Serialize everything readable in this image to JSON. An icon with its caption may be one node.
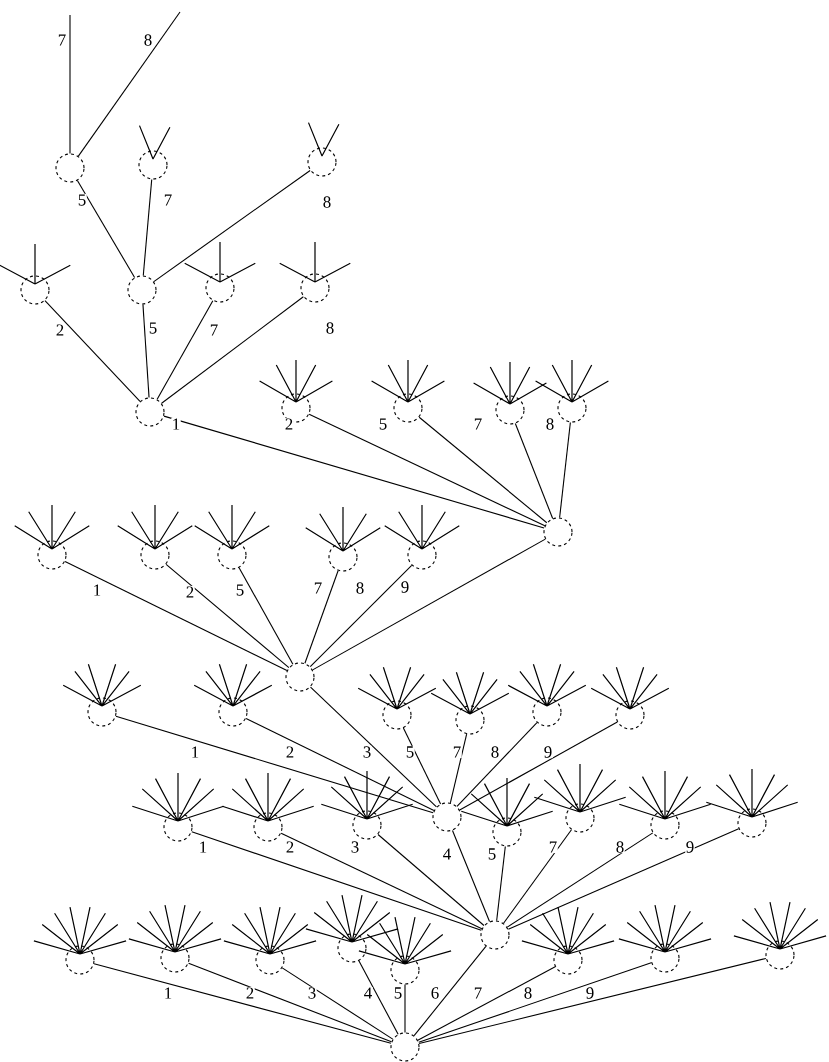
{
  "diagram": {
    "nodes": [
      {
        "text": [],
        "shape": "circle"
      },
      {
        "text": [],
        "shape": "circle"
      },
      {
        "text": [],
        "shape": "circle"
      },
      {
        "text": [],
        "shape": "circle"
      },
      {
        "text": [],
        "shape": "circle"
      },
      {
        "text": [],
        "shape": "circle"
      },
      {
        "text": [],
        "shape": "circle"
      },
      {
        "text": [],
        "shape": "circle"
      },
      {
        "text": [],
        "shape": "circle"
      },
      {
        "text": [],
        "shape": "circle"
      },
      {
        "text": [],
        "shape": "circle"
      },
      {
        "text": [],
        "shape": "circle"
      },
      {
        "text": [],
        "shape": "circle"
      },
      {
        "text": [],
        "shape": "circle"
      },
      {
        "text": [],
        "shape": "circle"
      },
      {
        "text": [],
        "shape": "circle"
      },
      {
        "text": [],
        "shape": "circle"
      },
      {
        "text": [],
        "shape": "circle"
      },
      {
        "text": [],
        "shape": "circle"
      },
      {
        "text": [],
        "shape": "circle"
      },
      {
        "text": [],
        "shape": "circle"
      },
      {
        "text": [],
        "shape": "circle"
      },
      {
        "text": [],
        "shape": "circle"
      },
      {
        "text": [],
        "shape": "circle"
      },
      {
        "text": [],
        "shape": "circle"
      },
      {
        "text": [],
        "shape": "circle"
      },
      {
        "text": [],
        "shape": "circle"
      },
      {
        "text": [],
        "shape": "circle"
      },
      {
        "text": [],
        "shape": "circle"
      },
      {
        "text": [],
        "shape": "circle"
      },
      {
        "text": [],
        "shape": "circle"
      },
      {
        "text": [],
        "shape": "circle"
      },
      {
        "text": [],
        "shape": "circle"
      },
      {
        "text": [],
        "shape": "circle"
      },
      {
        "text": [],
        "shape": "circle"
      },
      {
        "text": [],
        "shape": "circle"
      },
      {
        "text": [],
        "shape": "circle"
      },
      {
        "text": [],
        "shape": "circle"
      },
      {
        "text": [],
        "shape": "circle"
      },
      {
        "text": [],
        "shape": "circle"
      },
      {
        "text": [],
        "shape": "circle"
      },
      {
        "text": [],
        "shape": "circle"
      },
      {
        "text": [],
        "shape": "circle"
      }
    ],
    "edges": [
      {
        "from": null,
        "to": 0,
        "arrow": "none",
        "label": "7"
      },
      {
        "from": null,
        "to": 0,
        "arrow": "none",
        "label": "8"
      },
      {
        "from": 0,
        "to": 4,
        "arrow": "none",
        "label": "5"
      },
      {
        "from": 1,
        "to": 4,
        "arrow": "none",
        "label": "7"
      },
      {
        "from": 2,
        "to": 4,
        "arrow": "none",
        "label": "8"
      },
      {
        "from": 3,
        "to": 7,
        "arrow": "none",
        "label": "2"
      },
      {
        "from": 4,
        "to": 7,
        "arrow": "none",
        "label": "5"
      },
      {
        "from": 5,
        "to": 7,
        "arrow": "none",
        "label": "7"
      },
      {
        "from": 6,
        "to": 7,
        "arrow": "none",
        "label": "8"
      },
      {
        "from": 7,
        "to": 17,
        "arrow": "none",
        "label": "1"
      },
      {
        "from": 8,
        "to": 17,
        "arrow": "none",
        "label": "2"
      },
      {
        "from": 9,
        "to": 17,
        "arrow": "none",
        "label": "5"
      },
      {
        "from": 10,
        "to": 17,
        "arrow": "none",
        "label": "7"
      },
      {
        "from": 11,
        "to": 17,
        "arrow": "none",
        "label": "8"
      },
      {
        "from": 12,
        "to": 20,
        "arrow": "none",
        "label": "1"
      },
      {
        "from": 13,
        "to": 20,
        "arrow": "none",
        "label": "2"
      },
      {
        "from": 14,
        "to": 20,
        "arrow": "none",
        "label": "5"
      },
      {
        "from": 15,
        "to": 20,
        "arrow": "none",
        "label": "7"
      },
      {
        "from": 16,
        "to": 20,
        "arrow": "none",
        "label": "8"
      },
      {
        "from": 17,
        "to": 20,
        "arrow": "none",
        "label": "9"
      },
      {
        "from": 18,
        "to": 28,
        "arrow": "none",
        "label": "1"
      },
      {
        "from": 19,
        "to": 28,
        "arrow": "none",
        "label": "2"
      },
      {
        "from": 20,
        "to": 28,
        "arrow": "none",
        "label": "3"
      },
      {
        "from": 21,
        "to": 28,
        "arrow": "none",
        "label": "5"
      },
      {
        "from": 22,
        "to": 28,
        "arrow": "none",
        "label": "7"
      },
      {
        "from": 23,
        "to": 28,
        "arrow": "none",
        "label": "8"
      },
      {
        "from": 24,
        "to": 28,
        "arrow": "none",
        "label": "9"
      },
      {
        "from": 25,
        "to": 38,
        "arrow": "none",
        "label": "1"
      },
      {
        "from": 26,
        "to": 38,
        "arrow": "none",
        "label": "2"
      },
      {
        "from": 27,
        "to": 38,
        "arrow": "none",
        "label": "3"
      },
      {
        "from": 28,
        "to": 38,
        "arrow": "none",
        "label": "4"
      },
      {
        "from": 29,
        "to": 38,
        "arrow": "none",
        "label": "5"
      },
      {
        "from": 30,
        "to": 38,
        "arrow": "none",
        "label": "7"
      },
      {
        "from": 31,
        "to": 38,
        "arrow": "none",
        "label": "8"
      },
      {
        "from": 32,
        "to": 38,
        "arrow": "none",
        "label": "9"
      },
      {
        "from": 33,
        "to": 42,
        "arrow": "none",
        "label": "1"
      },
      {
        "from": 34,
        "to": 42,
        "arrow": "none",
        "label": "2"
      },
      {
        "from": 35,
        "to": 42,
        "arrow": "none",
        "label": "3"
      },
      {
        "from": 36,
        "to": 42,
        "arrow": "none",
        "label": "4"
      },
      {
        "from": 37,
        "to": 42,
        "arrow": "none",
        "label": "5"
      },
      {
        "from": 38,
        "to": 42,
        "arrow": "none",
        "label": "6"
      },
      {
        "from": 39,
        "to": 42,
        "arrow": "none",
        "label": "7"
      },
      {
        "from": 40,
        "to": 42,
        "arrow": "none",
        "label": "8"
      },
      {
        "from": 41,
        "to": 42,
        "arrow": "none",
        "label": "9"
      }
    ]
  }
}
